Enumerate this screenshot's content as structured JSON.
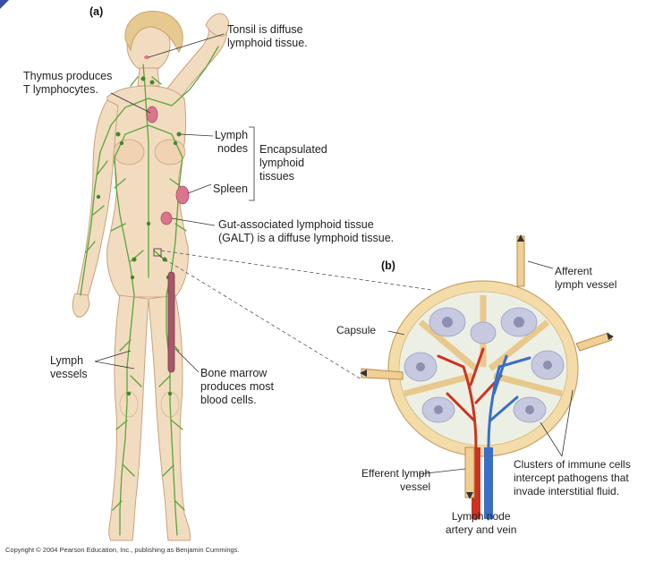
{
  "panel_a": "(a)",
  "panel_b": "(b)",
  "labels": {
    "tonsil_1": "Tonsil is diffuse",
    "tonsil_2": "lymphoid tissue.",
    "thymus_1": "Thymus produces",
    "thymus_2": "T lymphocytes.",
    "lymph_nodes_1": "Lymph",
    "lymph_nodes_2": "nodes",
    "spleen": "Spleen",
    "encapsulated_1": "Encapsulated",
    "encapsulated_2": "lymphoid",
    "encapsulated_3": "tissues",
    "galt_1": "Gut-associated lymphoid tissue",
    "galt_2": "(GALT) is a diffuse lymphoid tissue.",
    "lymph_vessels_1": "Lymph",
    "lymph_vessels_2": "vessels",
    "bone_marrow_1": "Bone marrow",
    "bone_marrow_2": "produces most",
    "bone_marrow_3": "blood cells.",
    "afferent_1": "Afferent",
    "afferent_2": "lymph vessel",
    "capsule": "Capsule",
    "efferent_1": "Efferent lymph",
    "efferent_2": "vessel",
    "clusters_1": "Clusters of immune cells",
    "clusters_2": "intercept pathogens that",
    "clusters_3": "invade interstitial fluid.",
    "node_vessels_1": "Lymph node",
    "node_vessels_2": "artery and vein"
  },
  "copyright": "Copyright © 2004 Pearson Education, Inc., publishing as Benjamin Cummings.",
  "colors": {
    "skin": "#f2dcc0",
    "skin_shadow": "#e3c29c",
    "hair": "#e6c98f",
    "lymph_vessel": "#5aa53a",
    "node": "#3f8a2a",
    "organ": "#d9768c",
    "bone_marrow": "#a8566a",
    "capsule": "#f3dca8",
    "medulla": "#c7c9e0",
    "artery": "#cc3320",
    "vein": "#3a6fc4",
    "corner": "#3a4ea8"
  }
}
